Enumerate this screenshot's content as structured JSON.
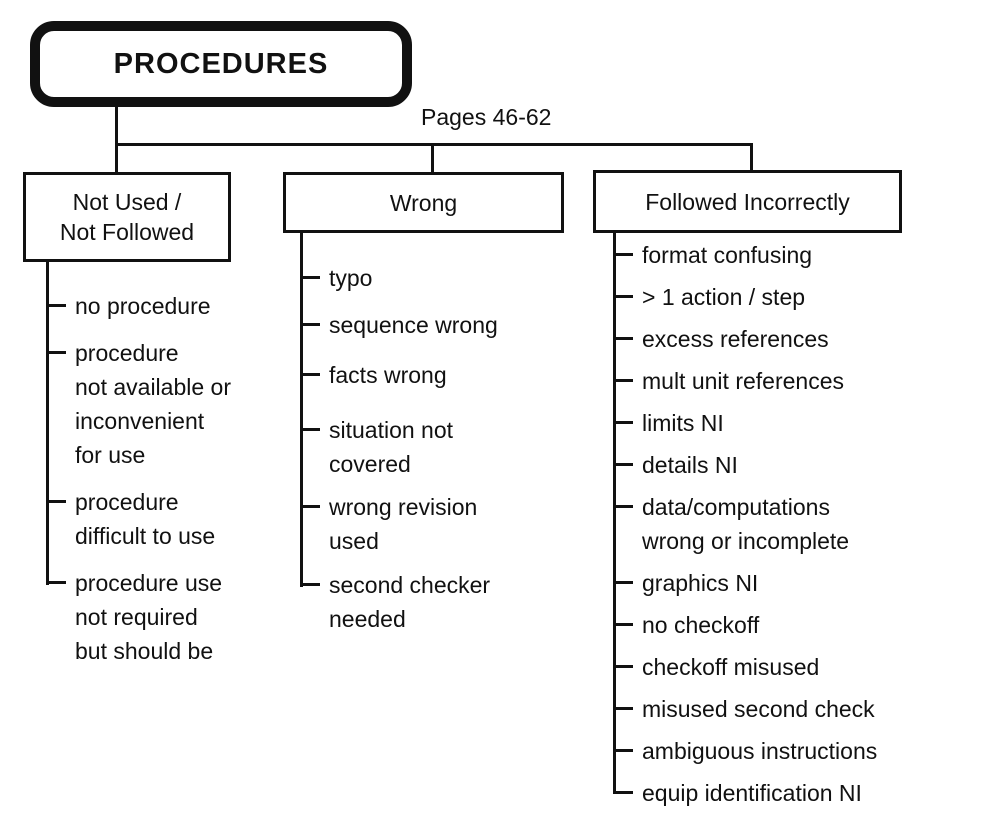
{
  "page": {
    "background_color": "#ffffff",
    "line_color": "#111111",
    "text_color": "#111111"
  },
  "root": {
    "label": "PROCEDURES"
  },
  "pages_note": "Pages 46-62",
  "branches": [
    {
      "title": "Not Used /\nNot Followed",
      "items": [
        "no procedure",
        "procedure\nnot available or\ninconvenient\nfor use",
        "procedure\ndifficult to use",
        "procedure use\nnot required\nbut should be"
      ]
    },
    {
      "title": "Wrong",
      "items": [
        "typo",
        "sequence wrong",
        "facts wrong",
        "situation not\ncovered",
        "wrong revision\nused",
        "second checker\nneeded"
      ]
    },
    {
      "title": "Followed Incorrectly",
      "items": [
        "format confusing",
        "> 1 action / step",
        "excess references",
        "mult unit references",
        "limits NI",
        "details NI",
        "data/computations\nwrong or incomplete",
        "graphics NI",
        "no checkoff",
        "checkoff misused",
        "misused second check",
        "ambiguous instructions",
        "equip identification NI"
      ]
    }
  ]
}
